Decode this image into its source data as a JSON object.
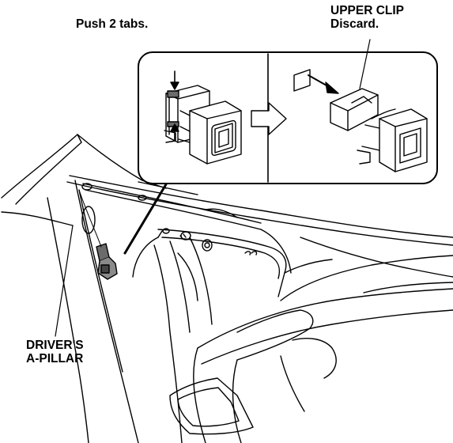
{
  "labels": {
    "push_tabs": "Push 2 tabs.",
    "upper_clip_line1": "UPPER CLIP",
    "upper_clip_line2": "Discard.",
    "driver_line1": "DRIVER'S",
    "driver_line2": "A-PILLAR"
  },
  "colors": {
    "line": "#000000",
    "background": "#ffffff",
    "clip_shade": "#555555"
  },
  "icons": [
    "arrow-right-icon",
    "clip-icon"
  ]
}
